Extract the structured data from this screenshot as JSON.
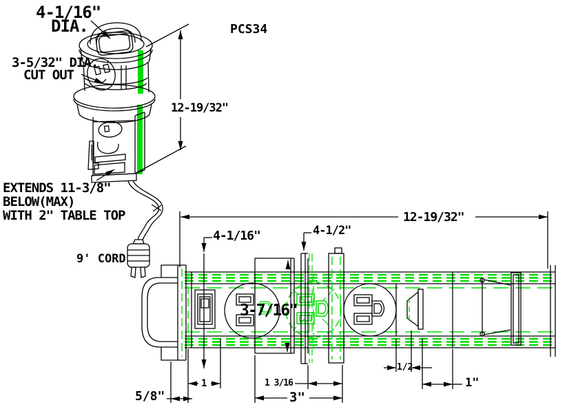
{
  "drawing": {
    "model": "PCS34",
    "colors": {
      "line": "#000000",
      "accent": "#00DC00",
      "background": "#FFFFFF"
    },
    "front_view": {
      "cap_diameter_line1": "4-1/16\"",
      "cap_diameter_line2": "DIA.",
      "cutout_line1": "3-5/32\" DIA.",
      "cutout_line2": "CUT OUT",
      "height_dim": "12-19/32\"",
      "extends_note_line1": "EXTENDS 11-3/8\"",
      "extends_note_line2": "BELOW(MAX)",
      "extends_note_line3": "WITH 2\" TABLE TOP",
      "cord_note": "9' CORD"
    },
    "side_view": {
      "overall_length": "12-19/32\"",
      "cap_diameter": "4-1/16\"",
      "flange_diameter": "4-1/2\"",
      "body_diameter": "3-7/16\"",
      "cap_lip_depth": "5/8\"",
      "dim_one_left": "1",
      "dim_one_three_sixteenths": "1 3/16",
      "dim_three": "3\"",
      "dim_one_half": "1/2",
      "dim_one_right": "1\""
    }
  }
}
